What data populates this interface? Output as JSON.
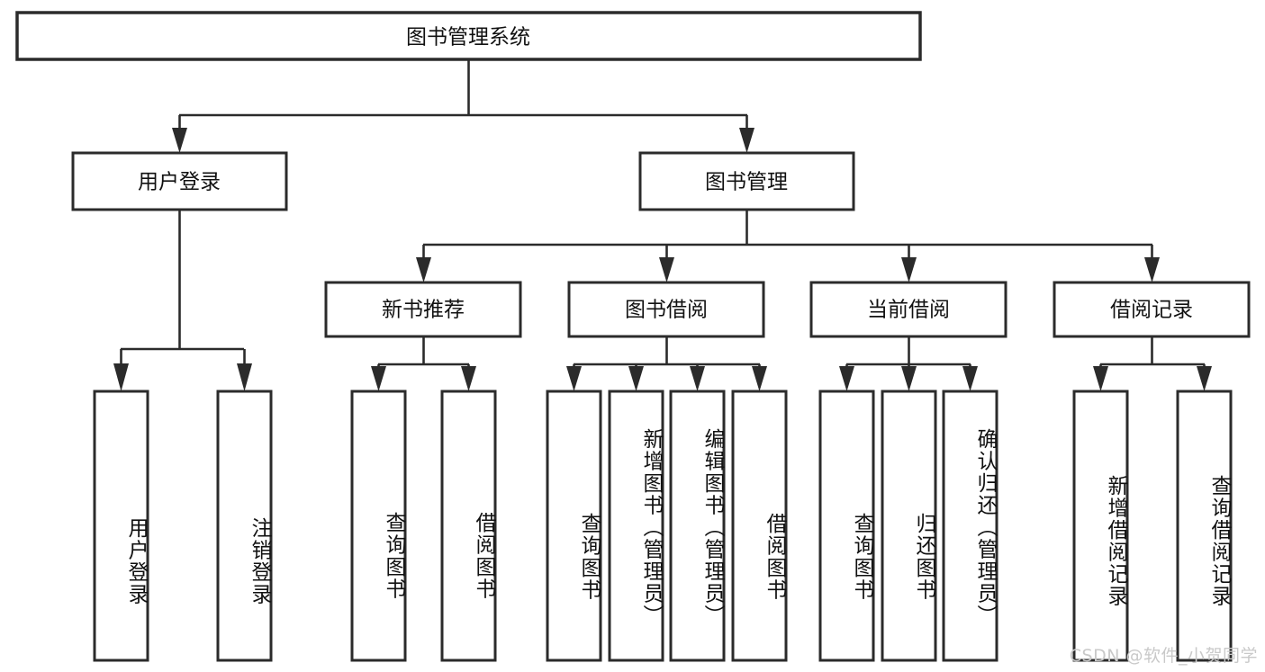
{
  "diagram": {
    "title": "图书管理系统",
    "watermark": "CSDN @软件_小贺同学",
    "colors": {
      "stroke": "#2b2b2b",
      "fill": "#ffffff",
      "text": "#111111",
      "watermark": "#c9c9c9"
    },
    "root": {
      "label": "图书管理系统"
    },
    "level2": [
      {
        "label": "用户登录"
      },
      {
        "label": "图书管理"
      }
    ],
    "level3": [
      {
        "label": "新书推荐"
      },
      {
        "label": "图书借阅"
      },
      {
        "label": "当前借阅"
      },
      {
        "label": "借阅记录"
      }
    ],
    "leaves": {
      "user_login": [
        {
          "label": "用户登录"
        },
        {
          "label": "注销登录"
        }
      ],
      "new_book_recommend": [
        {
          "label": "查询图书"
        },
        {
          "label": "借阅图书"
        }
      ],
      "book_borrow": [
        {
          "label": "查询图书"
        },
        {
          "label": "新增图书（管理员）"
        },
        {
          "label": "编辑图书（管理员）"
        },
        {
          "label": "借阅图书"
        }
      ],
      "current_borrow": [
        {
          "label": "查询图书"
        },
        {
          "label": "归还图书"
        },
        {
          "label": "确认归还（管理员）"
        }
      ],
      "borrow_record": [
        {
          "label": "新增借阅记录"
        },
        {
          "label": "查询借阅记录"
        }
      ]
    }
  }
}
